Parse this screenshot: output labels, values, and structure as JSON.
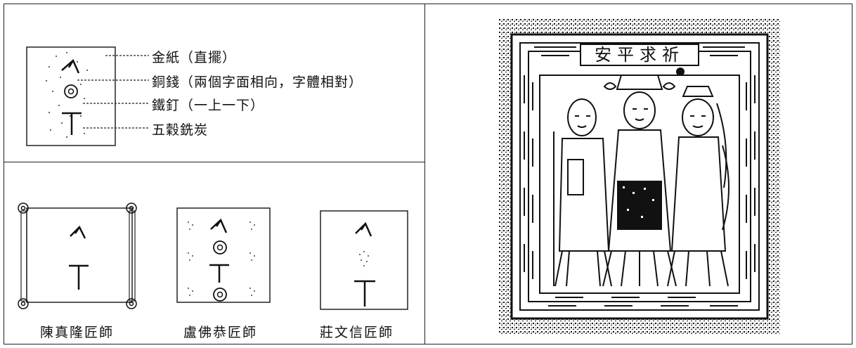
{
  "legend": {
    "gold_paper": "金紙（直擺）",
    "copper_coin": "銅錢（兩個字面相向，字體相對）",
    "iron_nail": "鐵釘（一上一下）",
    "grains": "五穀銑炭"
  },
  "variants": [
    {
      "caption": "陳真隆匠師"
    },
    {
      "caption": "盧佛恭匠師"
    },
    {
      "caption": "莊文信匠師"
    }
  ],
  "talisman": {
    "title": "安平求祈"
  }
}
